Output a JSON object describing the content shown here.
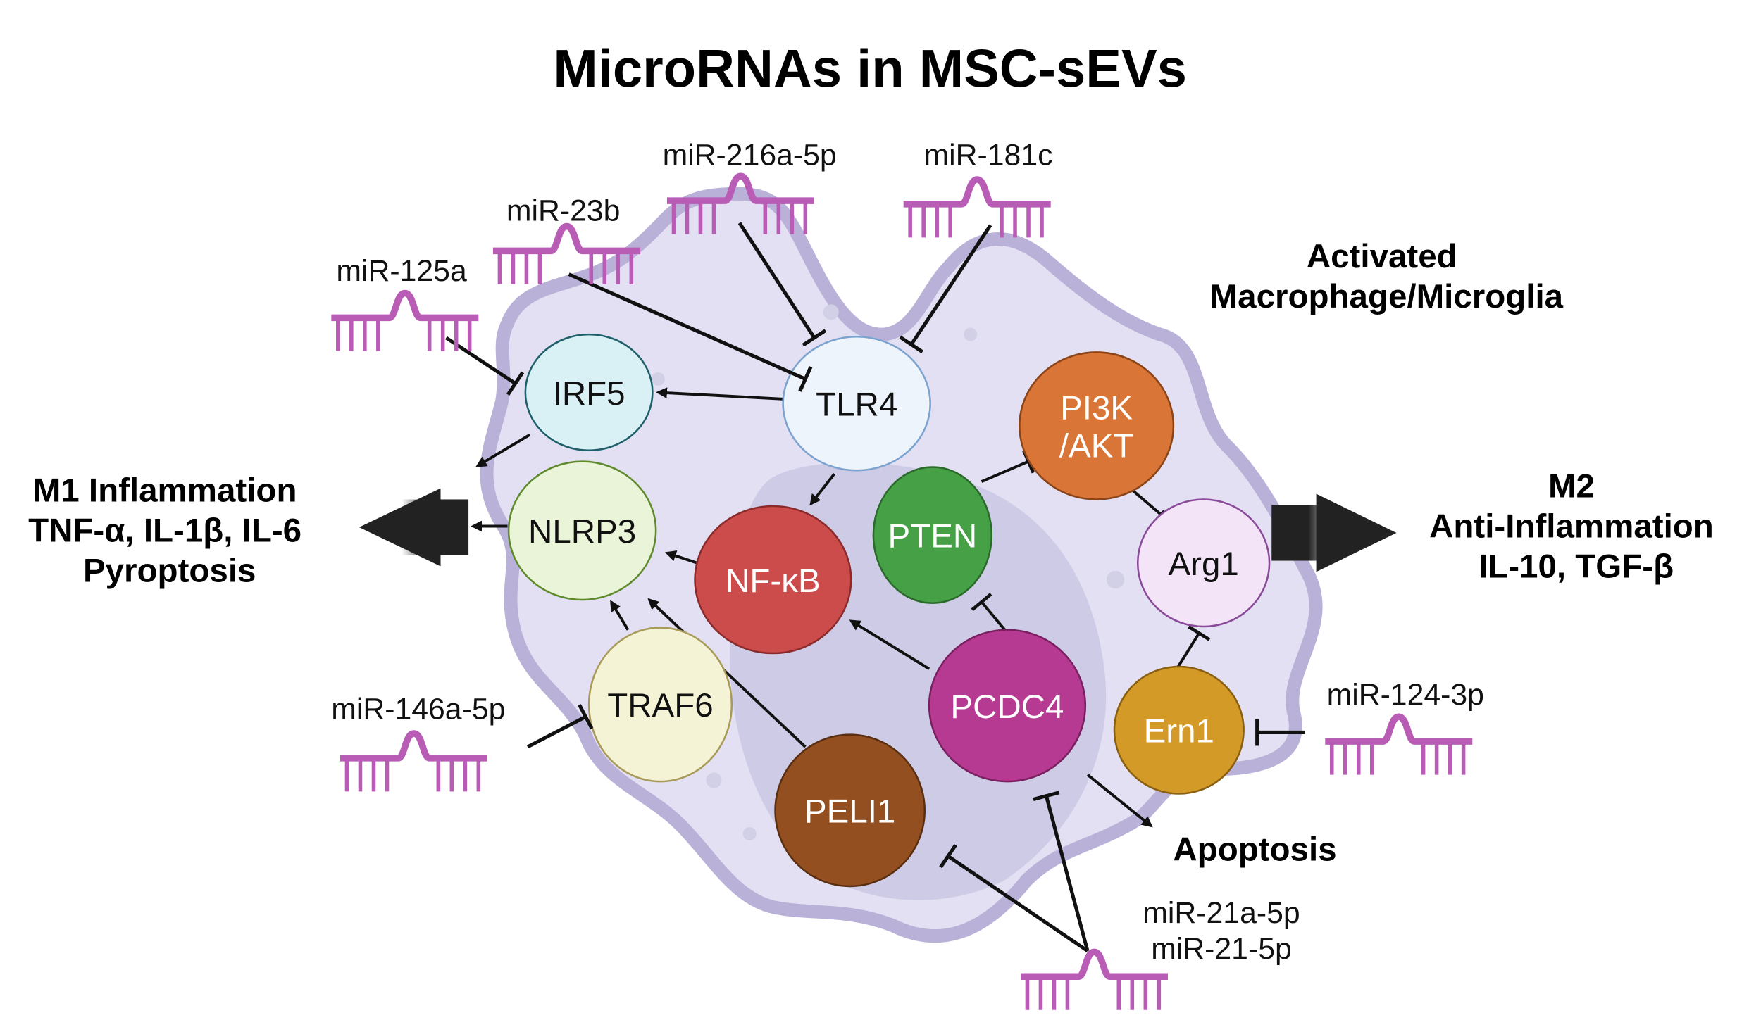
{
  "title": "MicroRNAs in MSC-sEVs",
  "cell_label": [
    "Activated",
    "Macrophage/Microglia"
  ],
  "m1_output": [
    "M1 Inflammation",
    "TNF-α, IL-1β, IL-6",
    "Pyroptosis"
  ],
  "m2_output": [
    "M2",
    "Anti-Inflammation",
    "IL-10, TGF-β"
  ],
  "apoptosis_label": "Apoptosis",
  "colors": {
    "mirna": "#b95cb6",
    "cell_fill": "#e2e0f2",
    "cell_border": "#b9b1d8",
    "nucleus_fill": "#cdcbe6",
    "arrow": "#111111"
  },
  "nodes": [
    {
      "id": "IRF5",
      "label": [
        "IRF5"
      ],
      "fill": "#d9f0f4",
      "stroke": "#1e5f6a",
      "text_color": "#111111"
    },
    {
      "id": "TLR4",
      "label": [
        "TLR4"
      ],
      "fill": "#eef4fb",
      "stroke": "#7ca3cf",
      "text_color": "#111111"
    },
    {
      "id": "NLRP3",
      "label": [
        "NLRP3"
      ],
      "fill": "#eaf4d8",
      "stroke": "#5f8a2c",
      "text_color": "#111111"
    },
    {
      "id": "NFKB",
      "label": [
        "NF-κB"
      ],
      "fill": "#cc4c4c",
      "stroke": "#8a2a2a",
      "text_color": "#ffffff"
    },
    {
      "id": "PTEN",
      "label": [
        "PTEN"
      ],
      "fill": "#46a046",
      "stroke": "#2a6a2a",
      "text_color": "#ffffff"
    },
    {
      "id": "PI3K",
      "label": [
        "PI3K",
        "/AKT"
      ],
      "fill": "#d97536",
      "stroke": "#8a4418",
      "text_color": "#ffffff"
    },
    {
      "id": "Arg1",
      "label": [
        "Arg1"
      ],
      "fill": "#f4e4f7",
      "stroke": "#8a4a9a",
      "text_color": "#111111"
    },
    {
      "id": "TRAF6",
      "label": [
        "TRAF6"
      ],
      "fill": "#f5f3d6",
      "stroke": "#a89a58",
      "text_color": "#111111"
    },
    {
      "id": "PCDC4",
      "label": [
        "PCDC4"
      ],
      "fill": "#b63a92",
      "stroke": "#7a2060",
      "text_color": "#ffffff"
    },
    {
      "id": "Ern1",
      "label": [
        "Ern1"
      ],
      "fill": "#d49a28",
      "stroke": "#8a6010",
      "text_color": "#ffffff"
    },
    {
      "id": "PELI1",
      "label": [
        "PELI1"
      ],
      "fill": "#934f20",
      "stroke": "#5a2e10",
      "text_color": "#ffffff"
    }
  ],
  "mirnas": [
    {
      "id": "miR-125a",
      "label": [
        "miR-125a"
      ],
      "target": "IRF5",
      "effect": "inhibits"
    },
    {
      "id": "miR-23b",
      "label": [
        "miR-23b"
      ],
      "target": "TLR4",
      "effect": "inhibits"
    },
    {
      "id": "miR-216a-5p",
      "label": [
        "miR-216a-5p"
      ],
      "target": "TLR4",
      "effect": "inhibits"
    },
    {
      "id": "miR-181c",
      "label": [
        "miR-181c"
      ],
      "target": "TLR4",
      "effect": "inhibits"
    },
    {
      "id": "miR-146a-5p",
      "label": [
        "miR-146a-5p"
      ],
      "target": "TRAF6",
      "effect": "inhibits"
    },
    {
      "id": "miR-124-3p",
      "label": [
        "miR-124-3p"
      ],
      "target": "Ern1",
      "effect": "inhibits"
    },
    {
      "id": "miR-21",
      "label": [
        "miR-21a-5p",
        "miR-21-5p"
      ],
      "target": [
        "PELI1",
        "PCDC4"
      ],
      "effect": "inhibits"
    }
  ],
  "edges": [
    {
      "from": "TLR4",
      "to": "IRF5",
      "type": "activates"
    },
    {
      "from": "IRF5",
      "to": "NLRP3-region",
      "type": "activates"
    },
    {
      "from": "TLR4",
      "to": "NFKB",
      "type": "activates"
    },
    {
      "from": "NFKB",
      "to": "NLRP3",
      "type": "activates"
    },
    {
      "from": "NLRP3",
      "to": "M1",
      "type": "activates"
    },
    {
      "from": "TRAF6",
      "to": "NLRP3",
      "type": "activates"
    },
    {
      "from": "PELI1",
      "to": "NLRP3",
      "type": "activates"
    },
    {
      "from": "PCDC4",
      "to": "NFKB",
      "type": "activates"
    },
    {
      "from": "PCDC4",
      "to": "PTEN",
      "type": "inhibits"
    },
    {
      "from": "PTEN",
      "to": "PI3K",
      "type": "inhibits"
    },
    {
      "from": "PI3K",
      "to": "Arg1",
      "type": "activates"
    },
    {
      "from": "Ern1",
      "to": "Arg1",
      "type": "inhibits"
    },
    {
      "from": "PCDC4",
      "to": "Apoptosis",
      "type": "activates"
    }
  ]
}
